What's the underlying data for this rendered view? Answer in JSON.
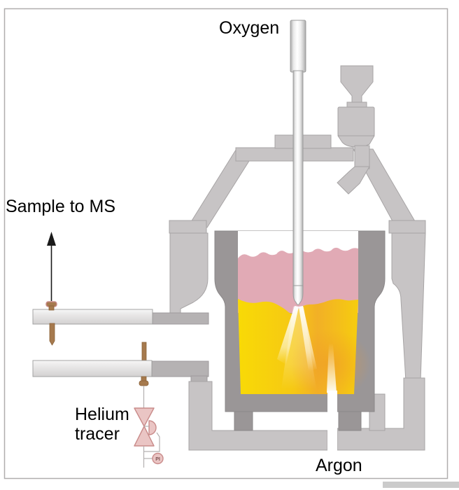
{
  "labels": {
    "oxygen": "Oxygen",
    "sample_to_ms": "Sample to MS",
    "helium_line1": "Helium",
    "helium_line2": "tracer",
    "argon": "Argon",
    "pi": "PI"
  },
  "colors": {
    "background": "#ffffff",
    "frame_border": "#b0aeae",
    "shell_light": "#c7c4c5",
    "shell_mid": "#b5b2b3",
    "crucible_dark": "#9a9697",
    "slag_pink": "#e1aab5",
    "melt_yellow": "#f8d505",
    "melt_orange": "#efa93a",
    "fitting_brown": "#a67a4e",
    "valve_fill": "#eac5c4",
    "valve_stroke": "#c98b8a",
    "text_black": "#000000",
    "scroll_strip": "#cbcbcb"
  }
}
